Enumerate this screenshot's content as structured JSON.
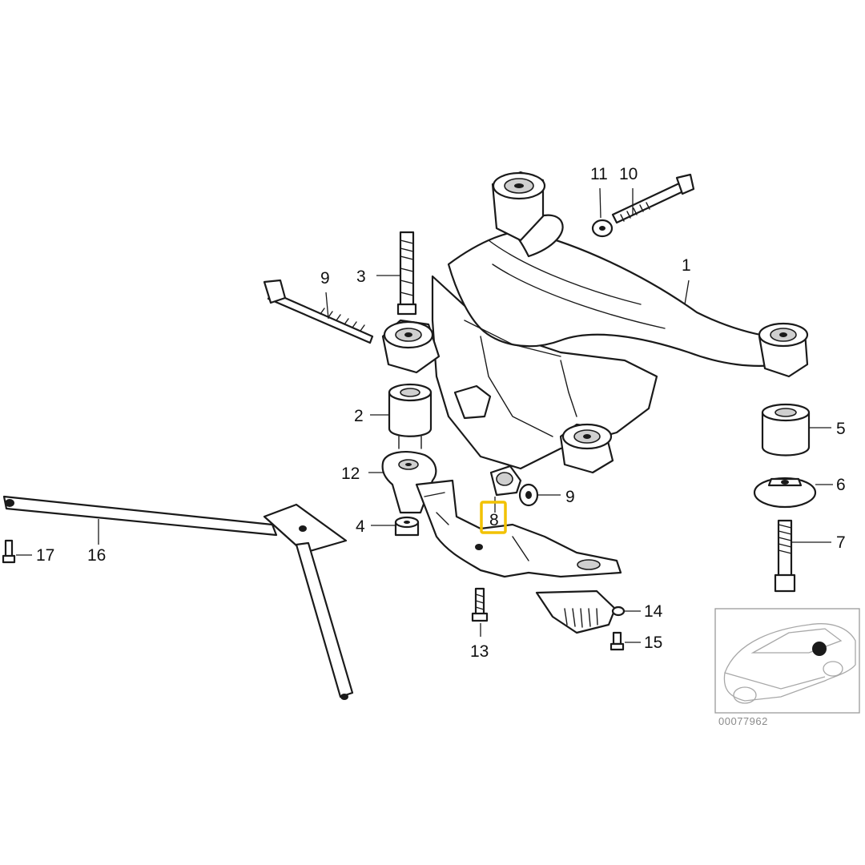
{
  "diagram": {
    "labels": [
      "1",
      "2",
      "3",
      "4",
      "5",
      "6",
      "7",
      "8",
      "9",
      "9",
      "10",
      "11",
      "12",
      "13",
      "14",
      "15",
      "16",
      "17"
    ],
    "highlighted_label": "8",
    "highlight_color": "#f2c200",
    "inset_reference": "00077962"
  }
}
